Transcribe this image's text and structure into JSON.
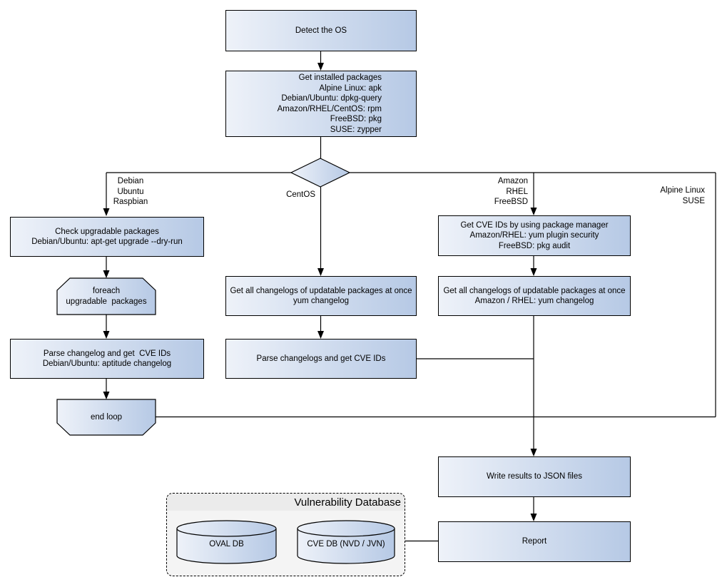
{
  "nodes": {
    "detect_os": {
      "label": "Detect the OS"
    },
    "get_installed": {
      "label": "Get installed packages\nAlpine Linux: apk\nDebian/Ubuntu: dpkg-query\nAmazon/RHEL/CentOS: rpm\nFreeBSD: pkg\nSUSE: zypper"
    },
    "check_upgradable": {
      "label": "Check upgradable packages\nDebian/Ubuntu: apt-get upgrade --dry-run"
    },
    "foreach_loop": {
      "label": "foreach\nupgradable  packages"
    },
    "parse_changelog_deb": {
      "label": "Parse changelog and get  CVE IDs\nDebian/Ubuntu: aptitude changelog"
    },
    "end_loop": {
      "label": "end loop"
    },
    "get_changelogs_centos": {
      "label": "Get all changelogs of updatable packages at once\nyum changelog"
    },
    "parse_changelogs_centos": {
      "label": "Parse changelogs and get CVE IDs"
    },
    "get_cve_pkg_mgr": {
      "label": "Get CVE IDs by using package manager\nAmazon/RHEL: yum plugin security\nFreeBSD: pkg audit"
    },
    "get_changelogs_amazon": {
      "label": "Get all changelogs of updatable packages at once\nAmazon / RHEL: yum changelog"
    },
    "write_json": {
      "label": "Write results to JSON files"
    },
    "report": {
      "label": "Report"
    }
  },
  "edge_labels": {
    "debian": "Debian\nUbuntu\nRaspbian",
    "centos": "CentOS",
    "amazon": "Amazon\nRHEL\nFreeBSD",
    "alpine": "Alpine Linux\nSUSE"
  },
  "database": {
    "title": "Vulnerability Database",
    "oval_db": "OVAL DB",
    "cve_db": "CVE DB (NVD / JVN)"
  },
  "colors": {
    "node_fill_light": "#eef2f9",
    "node_fill_dark": "#b6c9e5",
    "line": "#000000",
    "cluster_bg": "#f4f4f4",
    "cluster_band": "#ebebeb",
    "text": "#000000"
  }
}
